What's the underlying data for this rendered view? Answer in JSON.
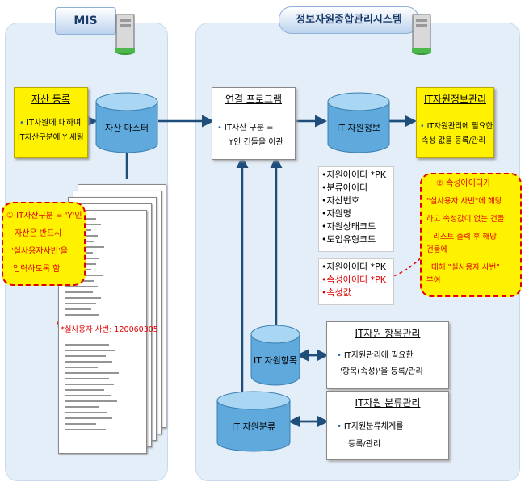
{
  "mis": {
    "title": "MIS"
  },
  "system": {
    "title": "정보자원종합관리시스템"
  },
  "asset_reg": {
    "title": "자산 등록",
    "lines": [
      "IT자원에 대하여",
      "IT자산구분에 Y 세팅"
    ]
  },
  "asset_master": {
    "label": "자산 마스터"
  },
  "link_program": {
    "title": "연결 프로그램",
    "lines": [
      "IT자산 구분 =",
      "Y인 건들을 이관"
    ]
  },
  "it_resource_info": {
    "label": "IT 자원정보"
  },
  "it_info_mgmt": {
    "title": "IT자원정보관리",
    "lines": [
      "IT자원관리에 필요한",
      "속성 값을 등록/관리"
    ]
  },
  "fields_a": [
    "•자원아이디 *PK",
    "•분류아이디",
    "•자산번호",
    "•자원명",
    "•자원상태코드",
    "•도입유형코드"
  ],
  "fields_b": [
    "•자원아이디 *PK",
    "•속성아이디 *PK",
    "•속성값"
  ],
  "callout1": {
    "lines": [
      "① IT자산구분 = 'Y'인",
      "자산은 반드시",
      "'실사용자사번'을",
      "입력하도록 함"
    ]
  },
  "callout2": {
    "lines": [
      "② 속성아이디가",
      "\"실사용자 사번\"에 해당",
      "하고 속성값이 없는 건들",
      "리스트 출력 후 해당",
      "건들에",
      "대해 \"실사용자 사번\"",
      "부여"
    ]
  },
  "doc_highlight": "*실사용자 사번: 120060305",
  "it_item": {
    "label": "IT 자원항목"
  },
  "it_item_mgmt": {
    "title": "IT자원 항목관리",
    "lines": [
      "IT자원관리에 필요한",
      "'항목(속성)'을 등록/관리"
    ]
  },
  "it_class": {
    "label": "IT 자원분류"
  },
  "it_class_mgmt": {
    "title": "IT자원 분류관리",
    "lines": [
      "IT자원분류체계를",
      "등록/관리"
    ]
  }
}
